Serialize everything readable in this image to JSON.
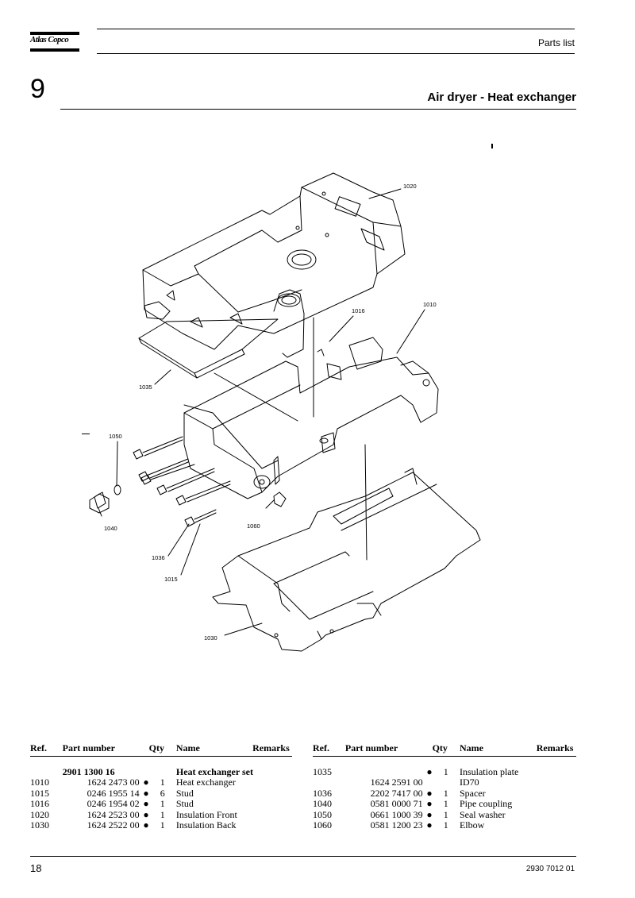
{
  "brand": {
    "name": "Atlas Copco"
  },
  "header": {
    "section": "Parts list",
    "chapter_number": "9",
    "title": "Air dryer - Heat exchanger"
  },
  "drawing": {
    "callouts": [
      "1020",
      "1010",
      "1016",
      "1035",
      "1050",
      "1040",
      "1060",
      "1036",
      "1015",
      "1030"
    ]
  },
  "table": {
    "columns": [
      "Ref.",
      "Part number",
      "Qty",
      "Name",
      "Remarks"
    ],
    "left": [
      {
        "ref": "",
        "part": "2901 1300 16",
        "bullet": "",
        "qty": "",
        "name": "Heat exchanger set",
        "bold": true
      },
      {
        "ref": "1010",
        "part": "1624 2473 00",
        "bullet": "●",
        "qty": "1",
        "name": "Heat exchanger"
      },
      {
        "ref": "1015",
        "part": "0246 1955 14",
        "bullet": "●",
        "qty": "6",
        "name": "Stud"
      },
      {
        "ref": "1016",
        "part": "0246 1954 02",
        "bullet": "●",
        "qty": "1",
        "name": "Stud"
      },
      {
        "ref": "1020",
        "part": "1624 2523 00",
        "bullet": "●",
        "qty": "1",
        "name": "Insulation Front"
      },
      {
        "ref": "1030",
        "part": "1624 2522 00",
        "bullet": "●",
        "qty": "1",
        "name": "Insulation Back"
      }
    ],
    "right": [
      {
        "ref": "1035",
        "part": "",
        "bullet": "●",
        "qty": "1",
        "name": "Insulation plate"
      },
      {
        "ref": "",
        "part": "1624 2591 00",
        "bullet": "",
        "qty": "",
        "name": "ID70"
      },
      {
        "ref": "1036",
        "part": "2202 7417 00",
        "bullet": "●",
        "qty": "1",
        "name": "Spacer"
      },
      {
        "ref": "1040",
        "part": "0581 0000 71",
        "bullet": "●",
        "qty": "1",
        "name": "Pipe coupling"
      },
      {
        "ref": "1050",
        "part": "0661 1000 39",
        "bullet": "●",
        "qty": "1",
        "name": "Seal washer"
      },
      {
        "ref": "1060",
        "part": "0581 1200 23",
        "bullet": "●",
        "qty": "1",
        "name": "Elbow"
      }
    ]
  },
  "footer": {
    "page_number": "18",
    "doc_number": "2930 7012 01"
  }
}
